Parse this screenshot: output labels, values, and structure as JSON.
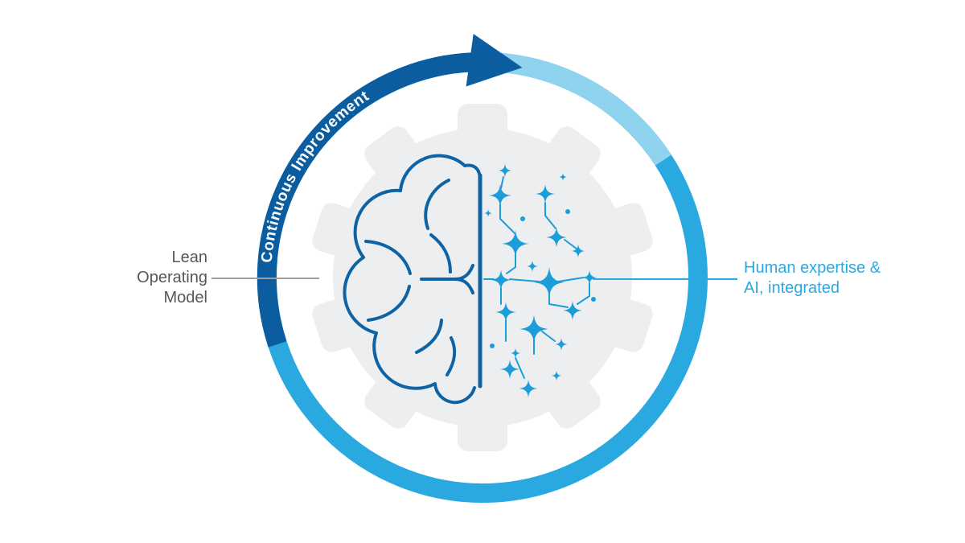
{
  "arc_label": "Continuous Improvement",
  "labels": {
    "left": {
      "lines": [
        "Lean",
        "Operating",
        "Model"
      ]
    },
    "right": {
      "lines": [
        "Human expertise &",
        "AI, integrated"
      ]
    }
  },
  "colors": {
    "ring_medium": "#2aa9e1",
    "ring_light": "#8fd3ef",
    "ring_dark": "#0b5d9f",
    "gear_fill": "#eceeef",
    "brain_stroke": "#0e63a5",
    "network_blue": "#1b9dd9",
    "label_gray": "#54585a",
    "label_blue": "#2aa9e1",
    "leader_gray": "#9aa0a3",
    "arc_text": "#ffffff"
  }
}
